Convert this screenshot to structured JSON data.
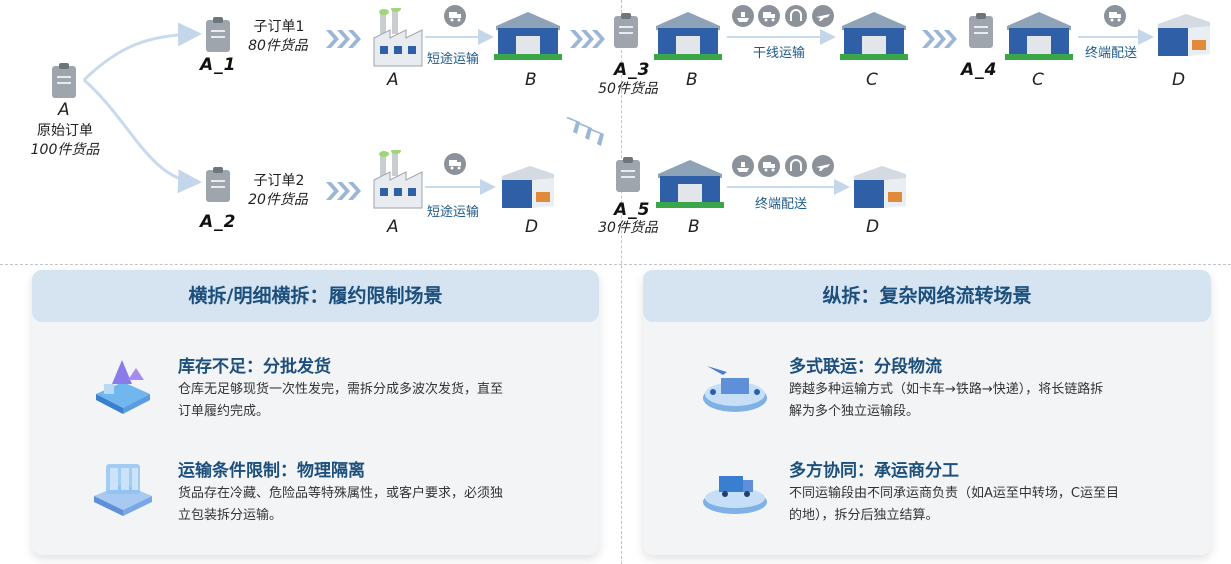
{
  "root": {
    "code": "A",
    "title": "原始订单",
    "qty": "100件货品"
  },
  "sub1": {
    "code": "A_1",
    "title": "子订单1",
    "qty": "80件货品"
  },
  "sub2": {
    "code": "A_2",
    "title": "子订单2",
    "qty": "20件货品"
  },
  "sub3": {
    "code": "A_3",
    "qty": "50件货品"
  },
  "sub4": {
    "code": "A_4"
  },
  "sub5": {
    "code": "A_5",
    "qty": "30件货品"
  },
  "nodes": {
    "a1": "A",
    "b1": "B",
    "b3": "B",
    "c3": "C",
    "c4": "C",
    "d4": "D",
    "a2": "A",
    "d2": "D",
    "b5": "B",
    "d5": "D"
  },
  "edges": {
    "e1": "短途运输",
    "e3": "干线运输",
    "e4": "终端配送",
    "e2": "短途运输",
    "e5": "终端配送"
  },
  "left_card": {
    "title": "横拆/明细横拆：履约限制场景",
    "items": [
      {
        "title": "库存不足：分批发货",
        "desc1": "仓库无足够现货一次性发完，需拆分成多波次发货，直至",
        "desc2": "订单履约完成。"
      },
      {
        "title": "运输条件限制：物理隔离",
        "desc1": "货品存在冷藏、危险品等特殊属性，或客户要求，必须独",
        "desc2": "立包装拆分运输。"
      }
    ]
  },
  "right_card": {
    "title": "纵拆：复杂网络流转场景",
    "items": [
      {
        "title": "多式联运：分段物流",
        "desc1": "跨越多种运输方式（如卡车→铁路→快递），将长链路拆",
        "desc2": "解为多个独立运输段。"
      },
      {
        "title": "多方协同：承运商分工",
        "desc1": "不同运输段由不同承运商负责（如A运至中转场，C运至目",
        "desc2": "的地），拆分后独立结算。"
      }
    ]
  },
  "colors": {
    "accent": "#1d4f7c",
    "header_bg": "#d6e4f2",
    "card_bg": "#f3f4f6",
    "warehouse_blue": "#2f5fa6",
    "warehouse_green": "#3aa64a",
    "chevron": "#9bb6d6"
  }
}
